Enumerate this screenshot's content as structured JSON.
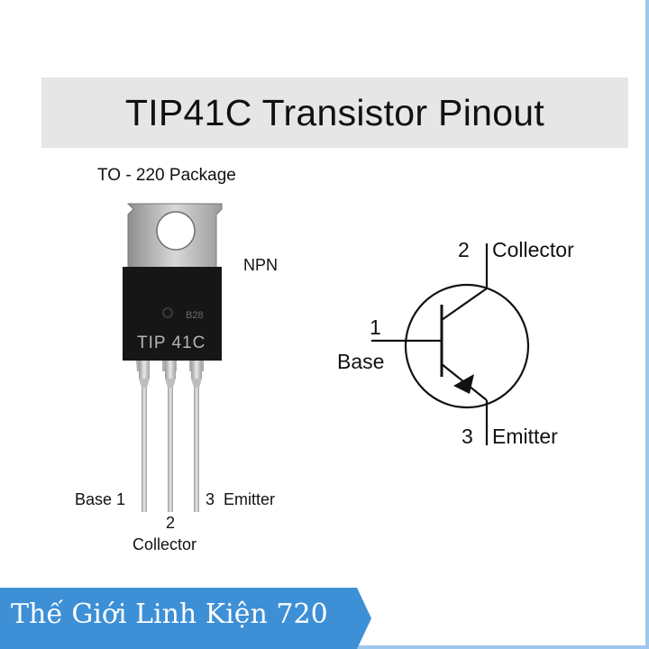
{
  "title": "TIP41C Transistor Pinout",
  "package": {
    "label": "TO - 220 Package",
    "type_label": "NPN",
    "body_marking_code": "B28",
    "body_marking_part": "TIP 41C"
  },
  "package_pins": {
    "base": "Base 1",
    "collector_number": "2",
    "collector": "Collector",
    "emitter": "3  Emitter"
  },
  "symbol": {
    "collector_number": "2",
    "collector": "Collector",
    "base_number": "1",
    "base": "Base",
    "emitter_number": "3",
    "emitter": "Emitter"
  },
  "footer": {
    "text": "Thế Giới Linh Kiện 720"
  },
  "colors": {
    "title_bg": "#e6e6e6",
    "banner": "#3d8fd6",
    "banner_edge": "#9ec7ec"
  }
}
